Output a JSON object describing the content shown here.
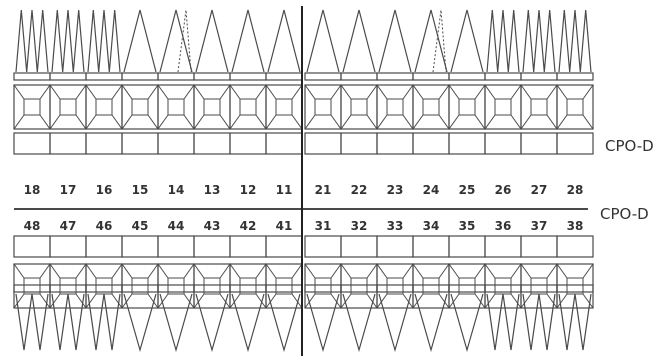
{
  "upper_teeth": [
    "18",
    "17",
    "16",
    "15",
    "14",
    "13",
    "12",
    "11",
    "21",
    "22",
    "23",
    "24",
    "25",
    "26",
    "27",
    "28"
  ],
  "lower_teeth": [
    "48",
    "47",
    "46",
    "45",
    "44",
    "43",
    "42",
    "41",
    "31",
    "32",
    "33",
    "34",
    "35",
    "36",
    "37",
    "38"
  ],
  "upper_roots": [
    3,
    3,
    3,
    1,
    1,
    1,
    1,
    1,
    1,
    1,
    1,
    1,
    1,
    3,
    3,
    3
  ],
  "lower_roots": [
    2,
    2,
    2,
    1,
    1,
    1,
    1,
    1,
    1,
    1,
    1,
    1,
    1,
    2,
    2,
    2
  ],
  "dotted_teeth": [
    "14",
    "24"
  ],
  "upper_label": "CPO-D",
  "lower_label": "CPO-D",
  "colors": {
    "line": "#4a4a4a",
    "midline": "#222222",
    "text": "#333333"
  }
}
